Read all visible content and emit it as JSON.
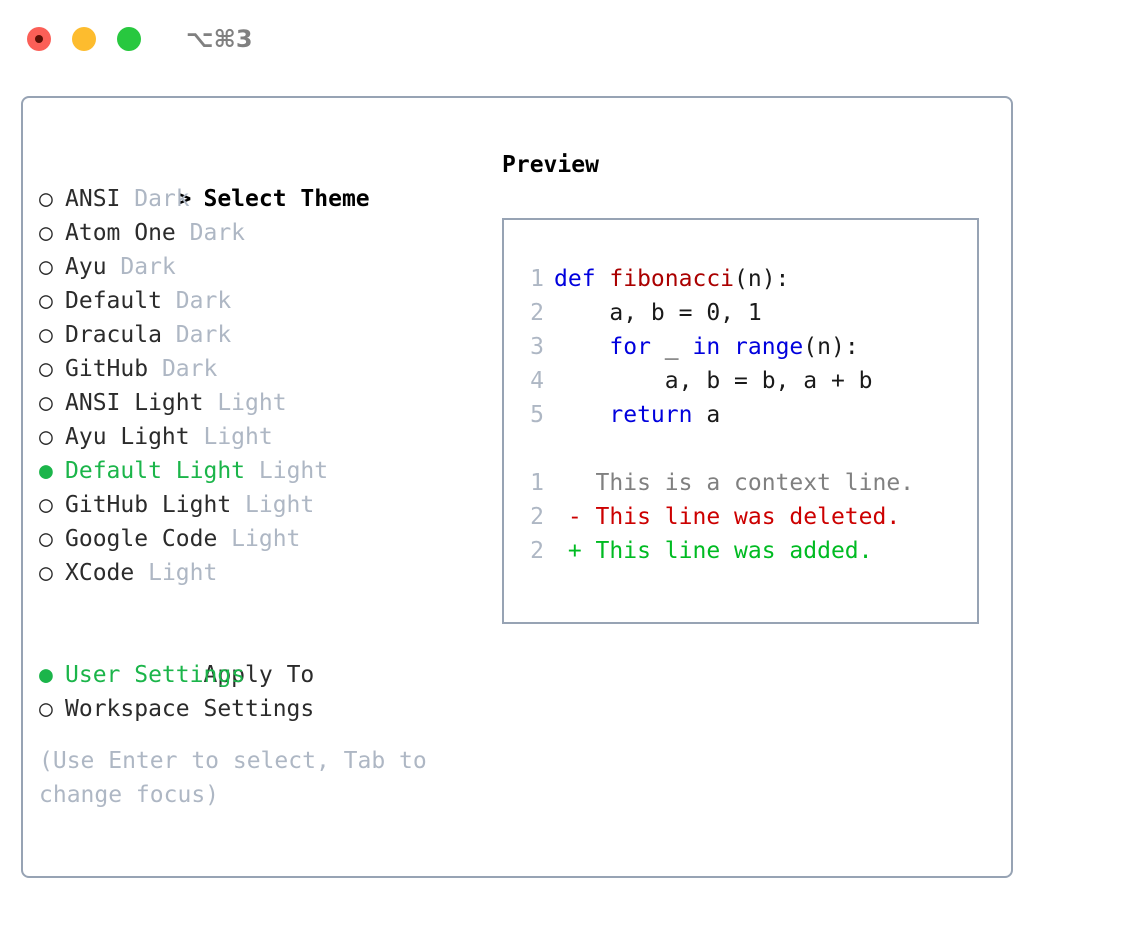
{
  "window": {
    "title_shortcut": "⌥⌘3",
    "traffic_lights": [
      {
        "name": "close-button",
        "color": "#fb5f57"
      },
      {
        "name": "minimize-button",
        "color": "#fdbc2e"
      },
      {
        "name": "maximize-button",
        "color": "#28c83f"
      }
    ]
  },
  "colors": {
    "accent_green": "#1bb54a",
    "muted": "#aeb7c4",
    "border": "#97a3b4",
    "text": "#2b2b2b",
    "keyword_blue": "#0000dd",
    "function_red": "#aa0000",
    "diff_add": "#00bb22",
    "diff_del": "#cc0000"
  },
  "theme_list": {
    "header": "Select Theme",
    "header_prefix": ">",
    "bullet_unselected": "○",
    "bullet_selected": "●",
    "items": [
      {
        "name": "ANSI",
        "tag": "Dark",
        "selected": false
      },
      {
        "name": "Atom One",
        "tag": "Dark",
        "selected": false
      },
      {
        "name": "Ayu",
        "tag": "Dark",
        "selected": false
      },
      {
        "name": "Default",
        "tag": "Dark",
        "selected": false
      },
      {
        "name": "Dracula",
        "tag": "Dark",
        "selected": false
      },
      {
        "name": "GitHub",
        "tag": "Dark",
        "selected": false
      },
      {
        "name": "ANSI Light",
        "tag": "Light",
        "selected": false
      },
      {
        "name": "Ayu Light",
        "tag": "Light",
        "selected": false
      },
      {
        "name": "Default Light",
        "tag": "Light",
        "selected": true
      },
      {
        "name": "GitHub Light",
        "tag": "Light",
        "selected": false
      },
      {
        "name": "Google Code",
        "tag": "Light",
        "selected": false
      },
      {
        "name": "XCode",
        "tag": "Light",
        "selected": false
      }
    ]
  },
  "apply_to": {
    "label": "Apply To",
    "options": [
      {
        "name": "User Settings",
        "selected": true
      },
      {
        "name": "Workspace Settings",
        "selected": false
      }
    ]
  },
  "hint": "(Use Enter to select, Tab to change focus)",
  "preview": {
    "title": "Preview",
    "code_lines": [
      {
        "num": "1",
        "tokens": [
          {
            "t": "def ",
            "c": "kw"
          },
          {
            "t": "fibonacci",
            "c": "fn"
          },
          {
            "t": "(n):",
            "c": "pl"
          }
        ]
      },
      {
        "num": "2",
        "tokens": [
          {
            "t": "    a, b = 0, 1",
            "c": "pl"
          }
        ]
      },
      {
        "num": "3",
        "tokens": [
          {
            "t": "    ",
            "c": "pl"
          },
          {
            "t": "for",
            "c": "kw"
          },
          {
            "t": " _ ",
            "c": "pl"
          },
          {
            "t": "in",
            "c": "kw"
          },
          {
            "t": " ",
            "c": "pl"
          },
          {
            "t": "range",
            "c": "kw"
          },
          {
            "t": "(n):",
            "c": "pl"
          }
        ]
      },
      {
        "num": "4",
        "tokens": [
          {
            "t": "        a, b = b, a + b",
            "c": "pl"
          }
        ]
      },
      {
        "num": "5",
        "tokens": [
          {
            "t": "    ",
            "c": "pl"
          },
          {
            "t": "return",
            "c": "kw"
          },
          {
            "t": " a",
            "c": "pl"
          }
        ]
      }
    ],
    "diff_lines": [
      {
        "num": "1",
        "marker": "  ",
        "text": "This is a context line.",
        "cls": "ctx"
      },
      {
        "num": "2",
        "marker": "- ",
        "text": "This line was deleted.",
        "cls": "del"
      },
      {
        "num": "2",
        "marker": "+ ",
        "text": "This line was added.",
        "cls": "add"
      }
    ]
  }
}
